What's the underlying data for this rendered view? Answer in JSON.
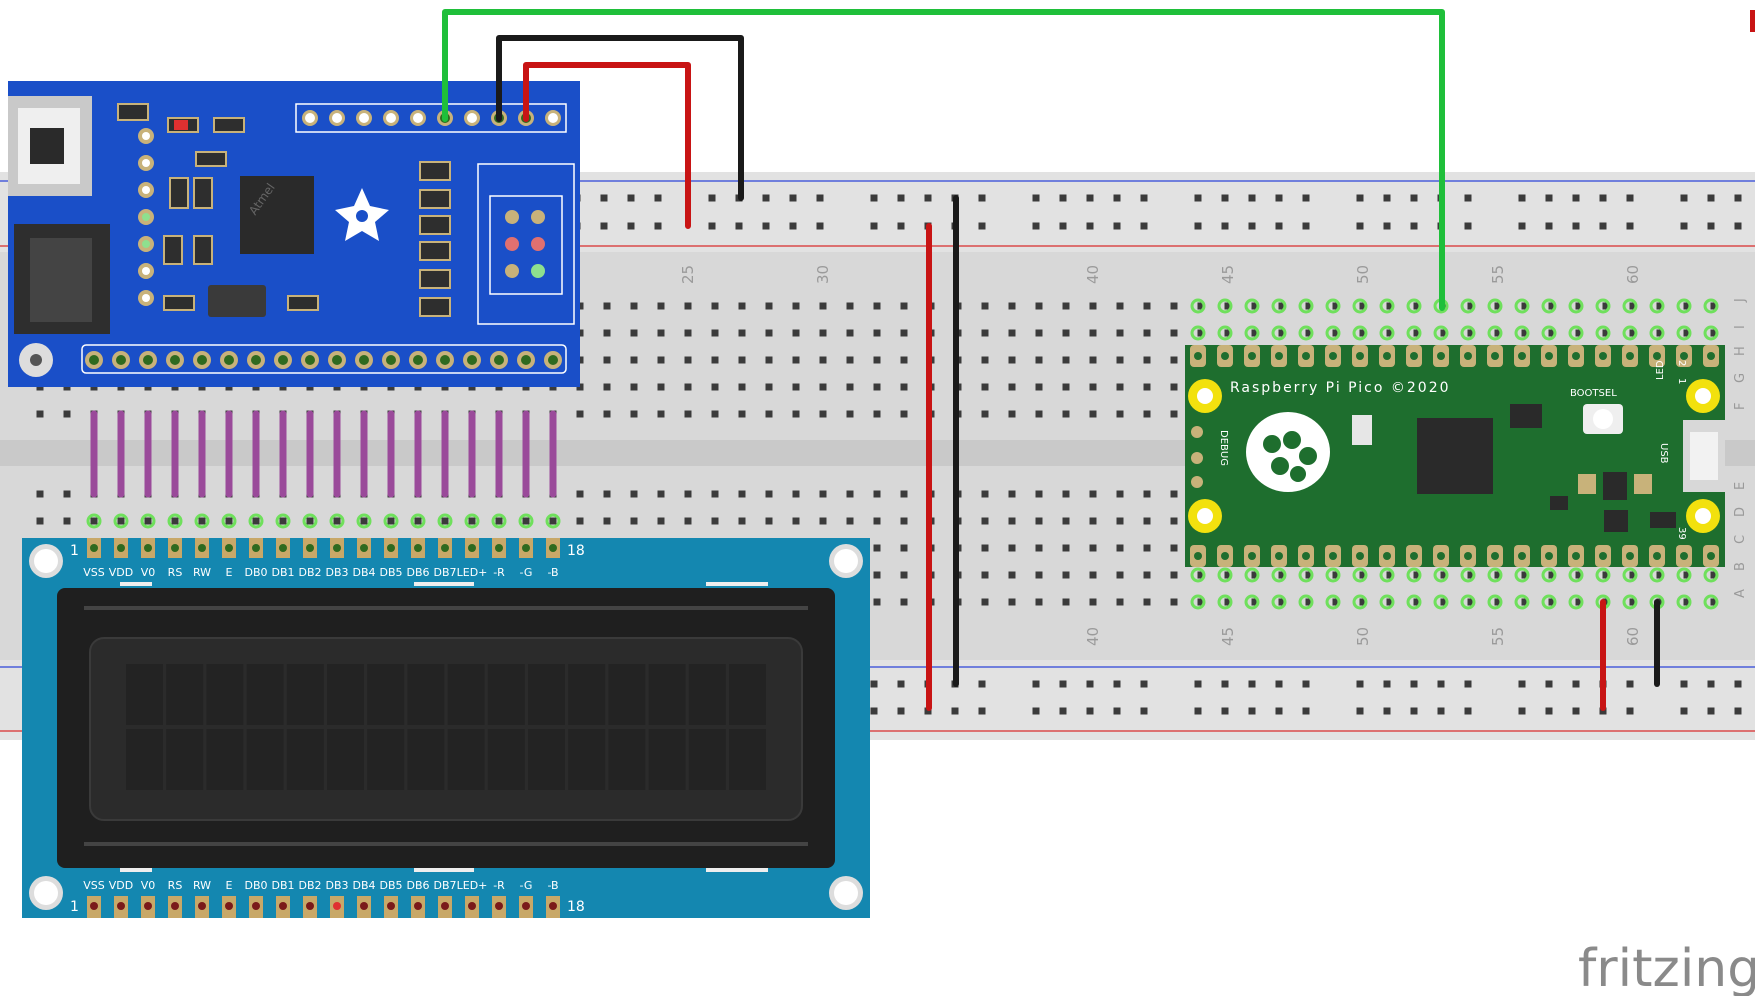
{
  "app": {
    "watermark": "fritzing"
  },
  "breadboard": {
    "column_numbers": [
      "25",
      "30",
      "40",
      "45",
      "50",
      "55",
      "60"
    ],
    "row_letters_top": [
      "J",
      "I",
      "H",
      "G",
      "F"
    ],
    "row_letters_bottom": [
      "E",
      "D",
      "C",
      "B",
      "A"
    ]
  },
  "pico": {
    "title": "Raspberry Pi Pico ©2020",
    "bootsel": "BOOTSEL",
    "debug": "DEBUG",
    "led": "LED",
    "usb": "USB",
    "pin1": "1",
    "pin2": "2",
    "pin39": "39"
  },
  "lcd": {
    "pins": [
      "VSS",
      "VDD",
      "V0",
      "RS",
      "RW",
      "E",
      "DB0",
      "DB1",
      "DB2",
      "DB3",
      "DB4",
      "DB5",
      "DB6",
      "DB7",
      "LED+",
      "-R",
      "-G",
      "-B"
    ],
    "first_pin": "1",
    "last_pin": "18"
  },
  "backpack": {
    "chip_label": "Atmel"
  },
  "colors": {
    "breadboard": "#d9d9d9",
    "wire_green": "#1fbf3a",
    "wire_black": "#1a1a1a",
    "wire_red": "#c81414",
    "jumper_purple": "#9a4a9a",
    "lcd_board": "#1487b0",
    "pico_board": "#1e6e2e",
    "backpack_board": "#1a4fc8"
  }
}
